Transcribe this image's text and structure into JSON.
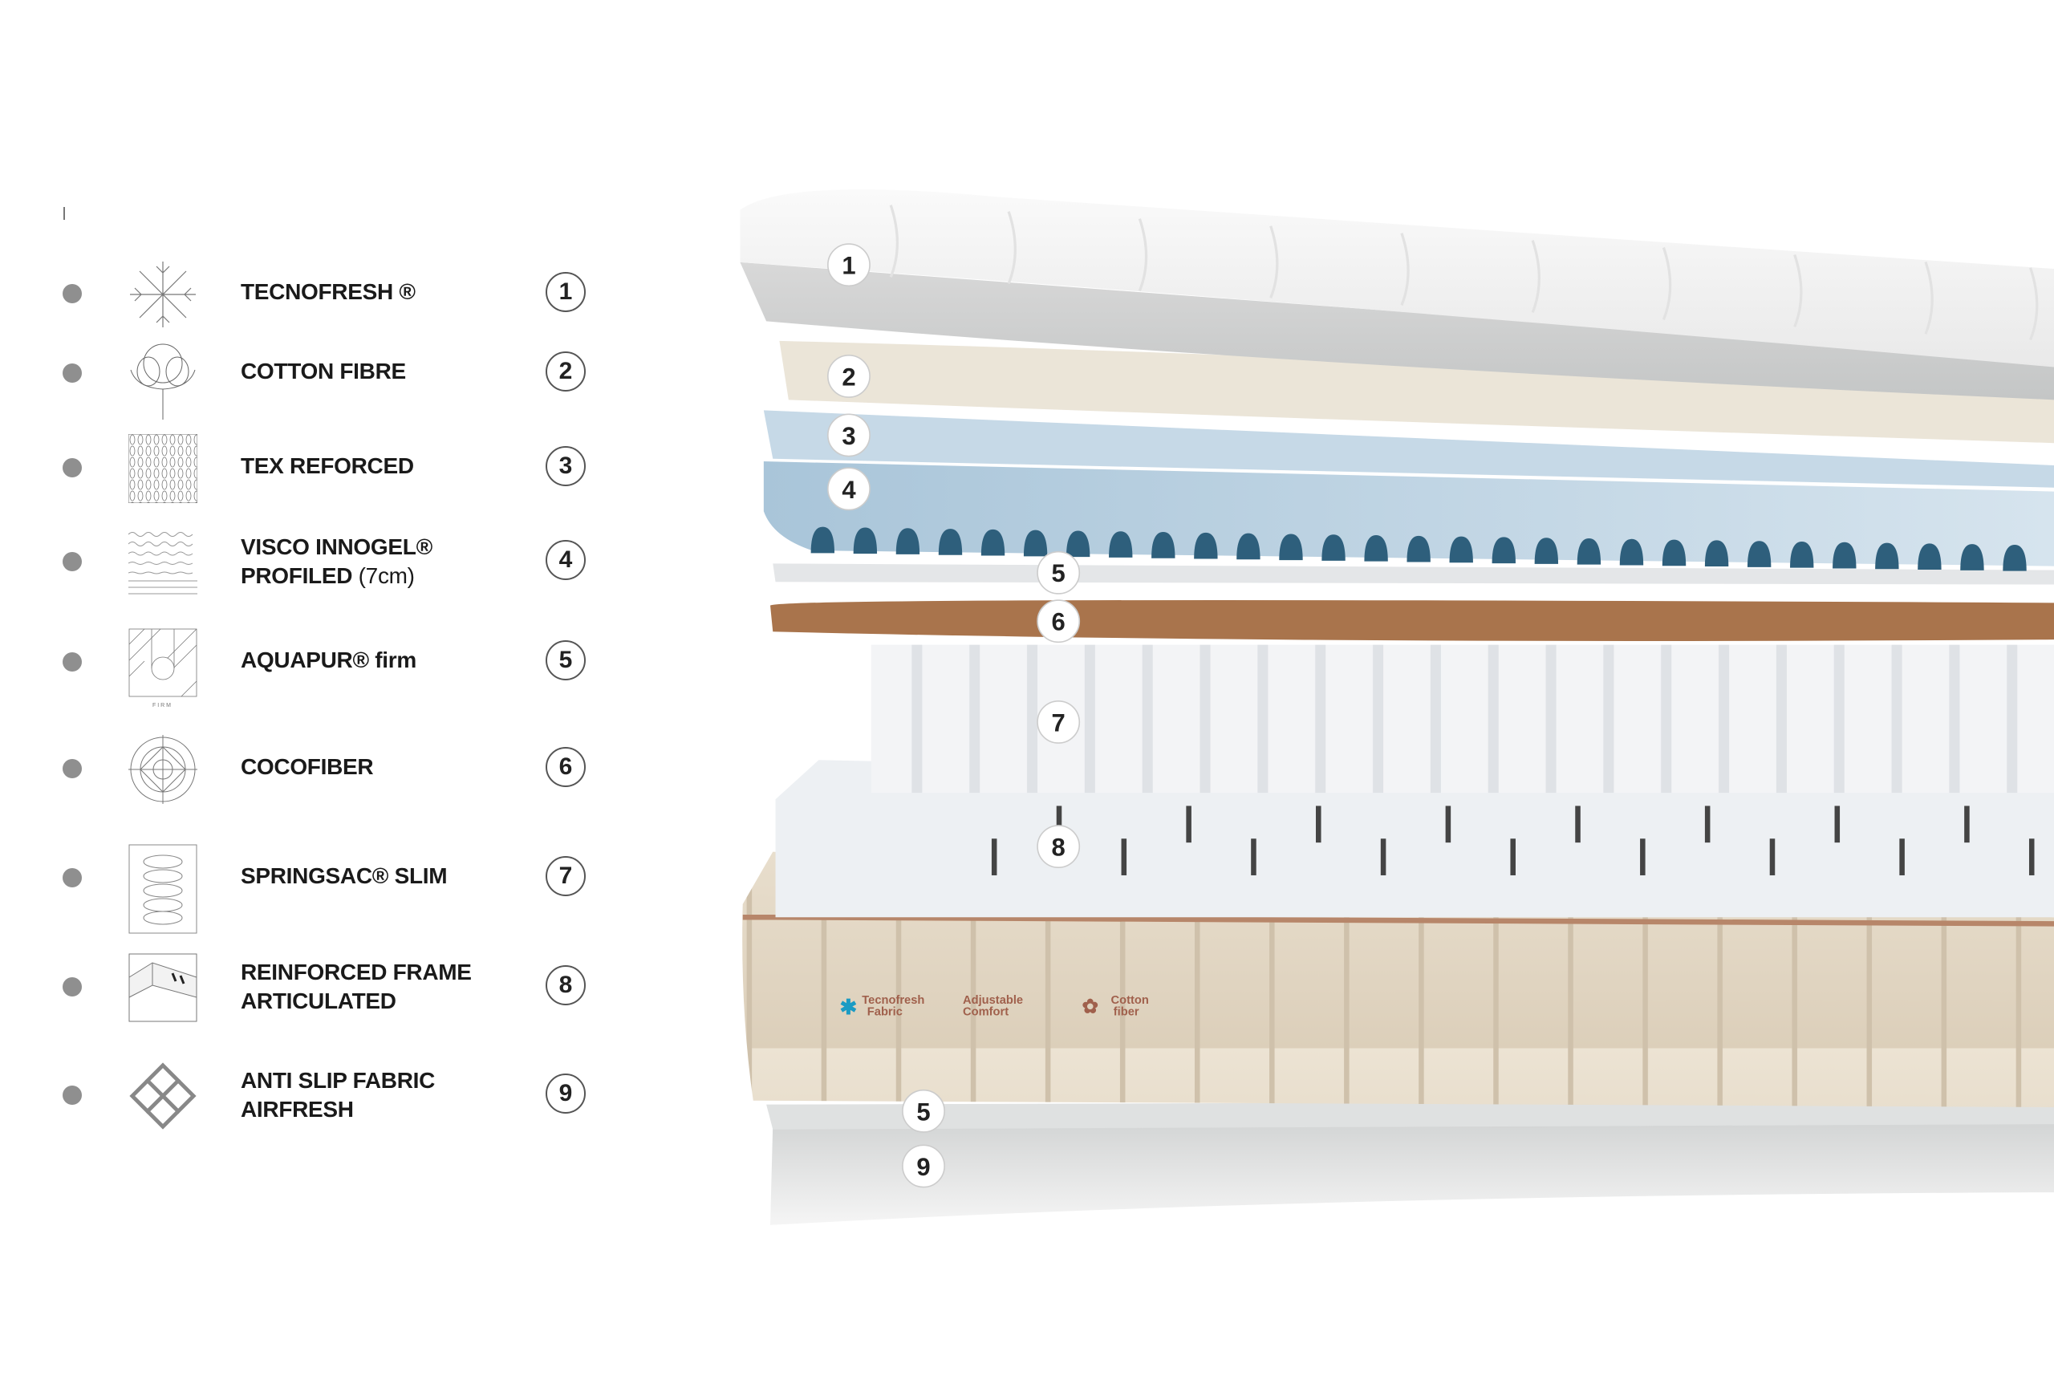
{
  "legend": [
    {
      "icon": "snowflake-icon",
      "label": "TECNOFRESH ®",
      "sub": "",
      "number": "1"
    },
    {
      "icon": "cotton-icon",
      "label": "COTTON FIBRE",
      "sub": "",
      "number": "2"
    },
    {
      "icon": "woven-fabric-icon",
      "label": "TEX REFORCED",
      "sub": "",
      "number": "3"
    },
    {
      "icon": "wave-layers-icon",
      "label": "VISCO INNOGEL®",
      "sub": "PROFILED",
      "sub_light": "(7cm)",
      "number": "4"
    },
    {
      "icon": "foam-firm-icon",
      "label": "AQUAPUR® firm",
      "sub": "",
      "number": "5",
      "icon_caption": "FIRM"
    },
    {
      "icon": "target-icon",
      "label": "COCOFIBER",
      "sub": "",
      "number": "6"
    },
    {
      "icon": "spring-icon",
      "label": "SPRINGSAC® SLIM",
      "sub": "",
      "number": "7"
    },
    {
      "icon": "frame-icon",
      "label": "REINFORCED FRAME",
      "sub": "ARTICULATED",
      "number": "8"
    },
    {
      "icon": "antislip-icon",
      "label": "ANTI SLIP FABRIC",
      "sub": "AIRFRESH",
      "number": "9"
    }
  ],
  "markers": [
    "1",
    "2",
    "3",
    "4",
    "5",
    "6",
    "7",
    "8",
    "5",
    "9"
  ],
  "side_labels": {
    "a": "Tecnofresh",
    "a2": "Fabric",
    "b": "Adjustable",
    "b2": "Comfort",
    "c": "Cotton",
    "c2": "fiber"
  },
  "colors": {
    "coco": "#a9744c",
    "blue": "#bcd3e3",
    "beige": "#e7dccb",
    "accent_teal": "#1a9bc4",
    "trim": "#b7866a"
  }
}
